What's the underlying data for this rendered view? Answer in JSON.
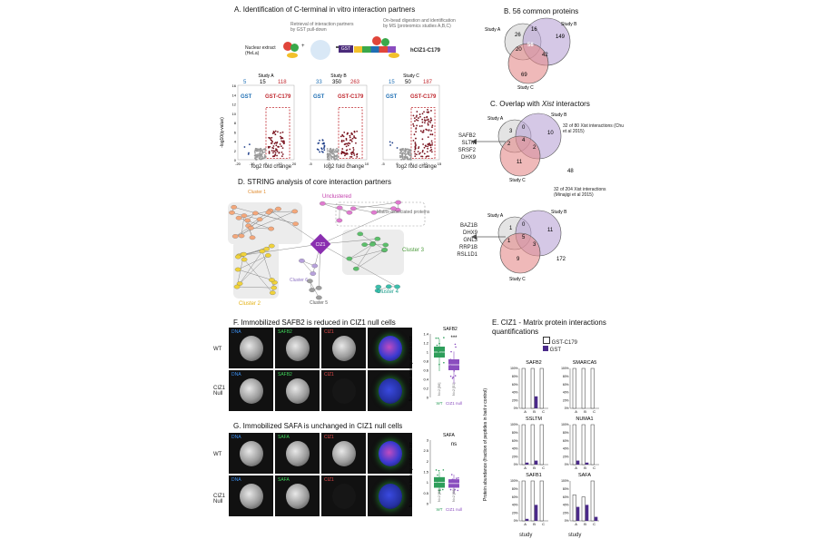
{
  "panelA": {
    "title": "A. Identification of C-terminal in vitro interaction partners",
    "nuclear_extract": "Nuclear extract (HeLa)",
    "retrieval": "Retrieval of interaction partners by GST pull-down",
    "digestion": "On-bead digestion and identification by MS (proteomics studies A,B,C)",
    "gst_tag": "GST",
    "construct": "hCIZ1-C179",
    "ylabel": "-log10(q-value)",
    "xlabel": "log2 fold change",
    "plots": [
      {
        "name": "Study A",
        "n_gst": "5",
        "n_mid": "15",
        "n_c179": "118",
        "left": "GST",
        "right": "GST-C179",
        "xticks": [
          "-20",
          "-10",
          "0",
          "10",
          "20"
        ]
      },
      {
        "name": "Study B",
        "n_gst": "33",
        "n_mid": "350",
        "n_c179": "263",
        "left": "GST",
        "right": "GST-C179",
        "xticks": [
          "-5",
          "0",
          "5",
          "10"
        ]
      },
      {
        "name": "Study C",
        "n_gst": "15",
        "n_mid": "50",
        "n_c179": "187",
        "left": "GST",
        "right": "GST-C179",
        "xticks": [
          "-5",
          "0",
          "5",
          "10",
          "15"
        ]
      }
    ],
    "yticks": [
      "16",
      "14",
      "12",
      "10",
      "8",
      "6",
      "4",
      "2",
      "0"
    ]
  },
  "panelB": {
    "title": "B. 56 common proteins",
    "study_a": "Study A",
    "study_b": "Study B",
    "study_c": "Study C",
    "n": {
      "a_only": "26",
      "ab": "16",
      "b_only": "149",
      "ac": "20",
      "abc": "56",
      "bc": "42",
      "c_only": "69"
    }
  },
  "panelC": {
    "title_pre": "C. Overlap with ",
    "title_em": "Xist",
    "title_post": " interactors",
    "venn1": {
      "a_only": "3",
      "ab": "0",
      "b_only": "10",
      "ac": "2",
      "abc": "4",
      "bc": "2",
      "c_only": "11",
      "outside": "48",
      "proteins": [
        "SAFB2",
        "SLTM",
        "SRSF2",
        "DHX9"
      ],
      "note": "32 of 80 Xist interactions (Chu et al 2015)"
    },
    "venn2": {
      "a_only": "1",
      "ab": "0",
      "b_only": "11",
      "ac": "1",
      "abc": "5",
      "bc": "3",
      "c_only": "9",
      "outside": "172",
      "proteins": [
        "BAZ1B",
        "DHX9",
        "GNL3",
        "RRP1B",
        "RSL1D1"
      ],
      "note": "32 of 204 Xist interactions (Minajigi et al 2015)"
    },
    "study_a": "Study A",
    "study_b": "Study B",
    "study_c": "Study C"
  },
  "panelD": {
    "title": "D. STRING analysis of core interaction partners",
    "unclustered": "Unclustered",
    "matrix": "Matrix-associated proteins",
    "center": "CIZ1",
    "clusters": [
      "Cluster 1",
      "Cluster 2",
      "Cluster 3",
      "Cluster 4",
      "Cluster 5",
      "Cluster 6"
    ]
  },
  "panelE": {
    "title": "E. CIZ1 - Matrix protein interactions quantifications",
    "legend": [
      "GST-C179",
      "GST"
    ],
    "ylabel": "Protein abundance (fraction of peptides in bait v control)",
    "xlabel": "study",
    "yticks": [
      "100%",
      "80%",
      "60%",
      "40%",
      "20%",
      "0%"
    ],
    "studies": [
      "A",
      "B",
      "C"
    ],
    "proteins": [
      {
        "name": "SAFB2",
        "c179": [
          1.0,
          1.0,
          1.0
        ],
        "gst": [
          0.0,
          0.3,
          0.0
        ]
      },
      {
        "name": "SMARCA5",
        "c179": [
          1.0,
          1.0,
          1.0
        ],
        "gst": [
          0.0,
          0.0,
          0.0
        ]
      },
      {
        "name": "SSLTM",
        "c179": [
          1.0,
          1.0,
          1.0
        ],
        "gst": [
          0.05,
          0.1,
          0.0
        ]
      },
      {
        "name": "NUMA1",
        "c179": [
          1.0,
          1.0,
          1.0
        ],
        "gst": [
          0.1,
          0.05,
          0.0
        ]
      },
      {
        "name": "SAFB1",
        "c179": [
          1.0,
          1.0,
          1.0
        ],
        "gst": [
          0.05,
          0.4,
          0.0
        ]
      },
      {
        "name": "SAFA",
        "c179": [
          0.65,
          0.6,
          1.0
        ],
        "gst": [
          0.35,
          0.4,
          0.1
        ]
      }
    ]
  },
  "panelF": {
    "title": "F. Immobilized SAFB2 is reduced in CIZ1 null cells",
    "rows": [
      "WT",
      "CIZ1 Null"
    ],
    "channels": [
      "DNA",
      "SAFB2",
      "CIZ1"
    ],
    "plot_title": "SAFB2",
    "ylabel": "fluorescence intensity relative to WT",
    "yticks": [
      "1.4",
      "1.2",
      "1",
      "0.8",
      "0.6",
      "0.4",
      "0.2",
      "0"
    ],
    "groups": [
      "WT",
      "CIZ1 null"
    ],
    "n": [
      "N=2 [56]",
      "N=2 [51]"
    ],
    "sig": "***"
  },
  "panelG": {
    "title": "G. Immobilized SAFA is unchanged in CIZ1 null cells",
    "rows": [
      "WT",
      "CIZ1 Null"
    ],
    "channels": [
      "DNA",
      "SAFA",
      "CIZ1"
    ],
    "plot_title": "SAFA",
    "ylabel": "fluorescence intensity relative to WT",
    "yticks": [
      "3",
      "2.5",
      "2",
      "1.5",
      "1",
      "0.5",
      "0"
    ],
    "groups": [
      "WT",
      "CIZ1 null"
    ],
    "n": [
      "N=2 [86]",
      "N=2 [68]"
    ],
    "sig": "ns"
  },
  "colors": {
    "wt": "#2e9e5b",
    "null": "#8a4dbf",
    "gst": "#1f6fb4",
    "c179": "#c0282f",
    "vennA": "#d9d9d9",
    "vennB": "#b9a3d6",
    "vennC": "#e58a8a",
    "e_gst": "#4b2a8a"
  }
}
